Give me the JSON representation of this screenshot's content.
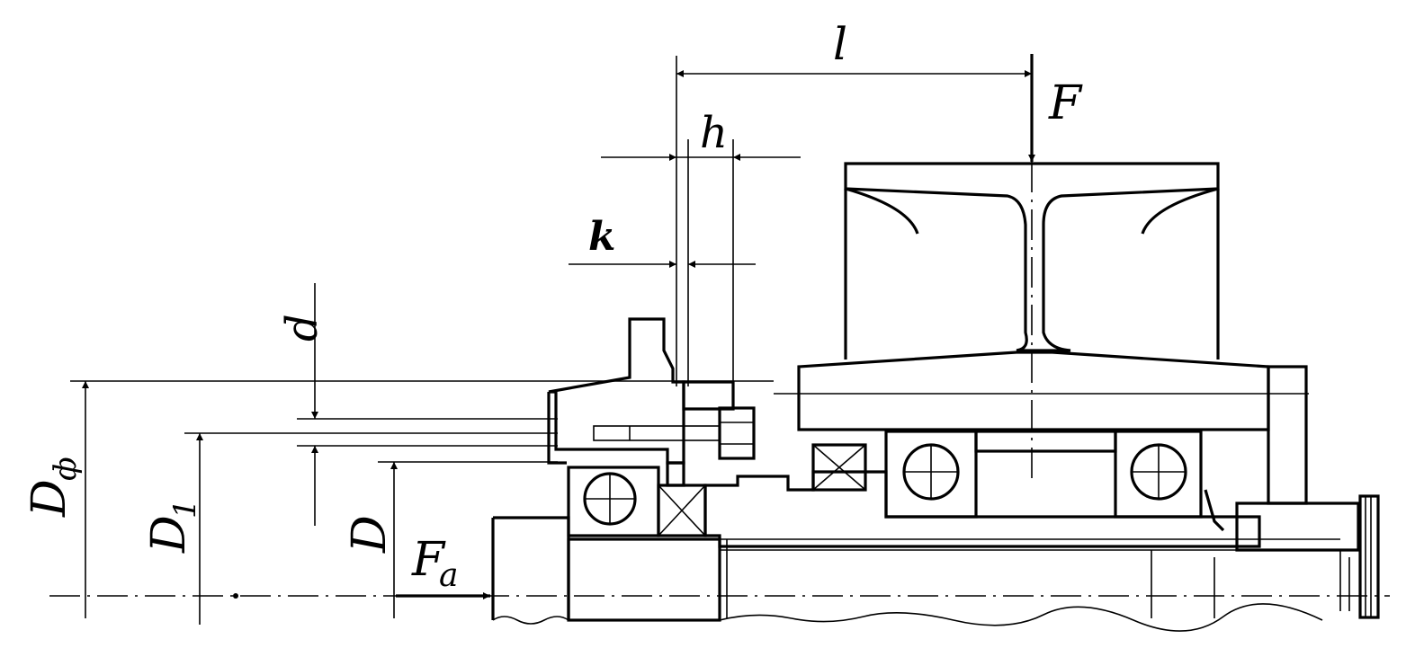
{
  "labels": {
    "l": "l",
    "F": "F",
    "h": "h",
    "k": "k",
    "d": "d",
    "D_phi_main": "D",
    "D_phi_sub": "ф",
    "D1_main": "D",
    "D1_sub": "1",
    "D_main": "D",
    "Fa_main": "F",
    "Fa_sub": "a"
  },
  "colors": {
    "line": "#000000",
    "background": "#ffffff"
  }
}
